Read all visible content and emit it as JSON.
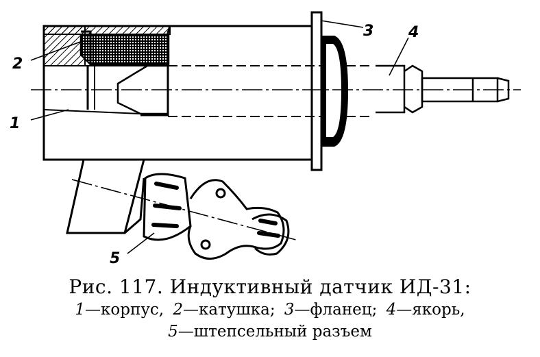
{
  "figure": {
    "callouts": [
      {
        "id": "1",
        "text": "1"
      },
      {
        "id": "2",
        "text": "2"
      },
      {
        "id": "3",
        "text": "3"
      },
      {
        "id": "4",
        "text": "4"
      },
      {
        "id": "5",
        "text": "5"
      }
    ]
  },
  "caption": {
    "title": "Рис. 117. Индуктивный датчик ИД-31:",
    "items": [
      {
        "num": "1",
        "text": "—корпус,"
      },
      {
        "num": "2",
        "text": "—катушка;"
      },
      {
        "num": "3",
        "text": "—фланец;"
      },
      {
        "num": "4",
        "text": "—якорь,"
      },
      {
        "num": "5",
        "text": "—штепсельный разъем"
      }
    ]
  }
}
